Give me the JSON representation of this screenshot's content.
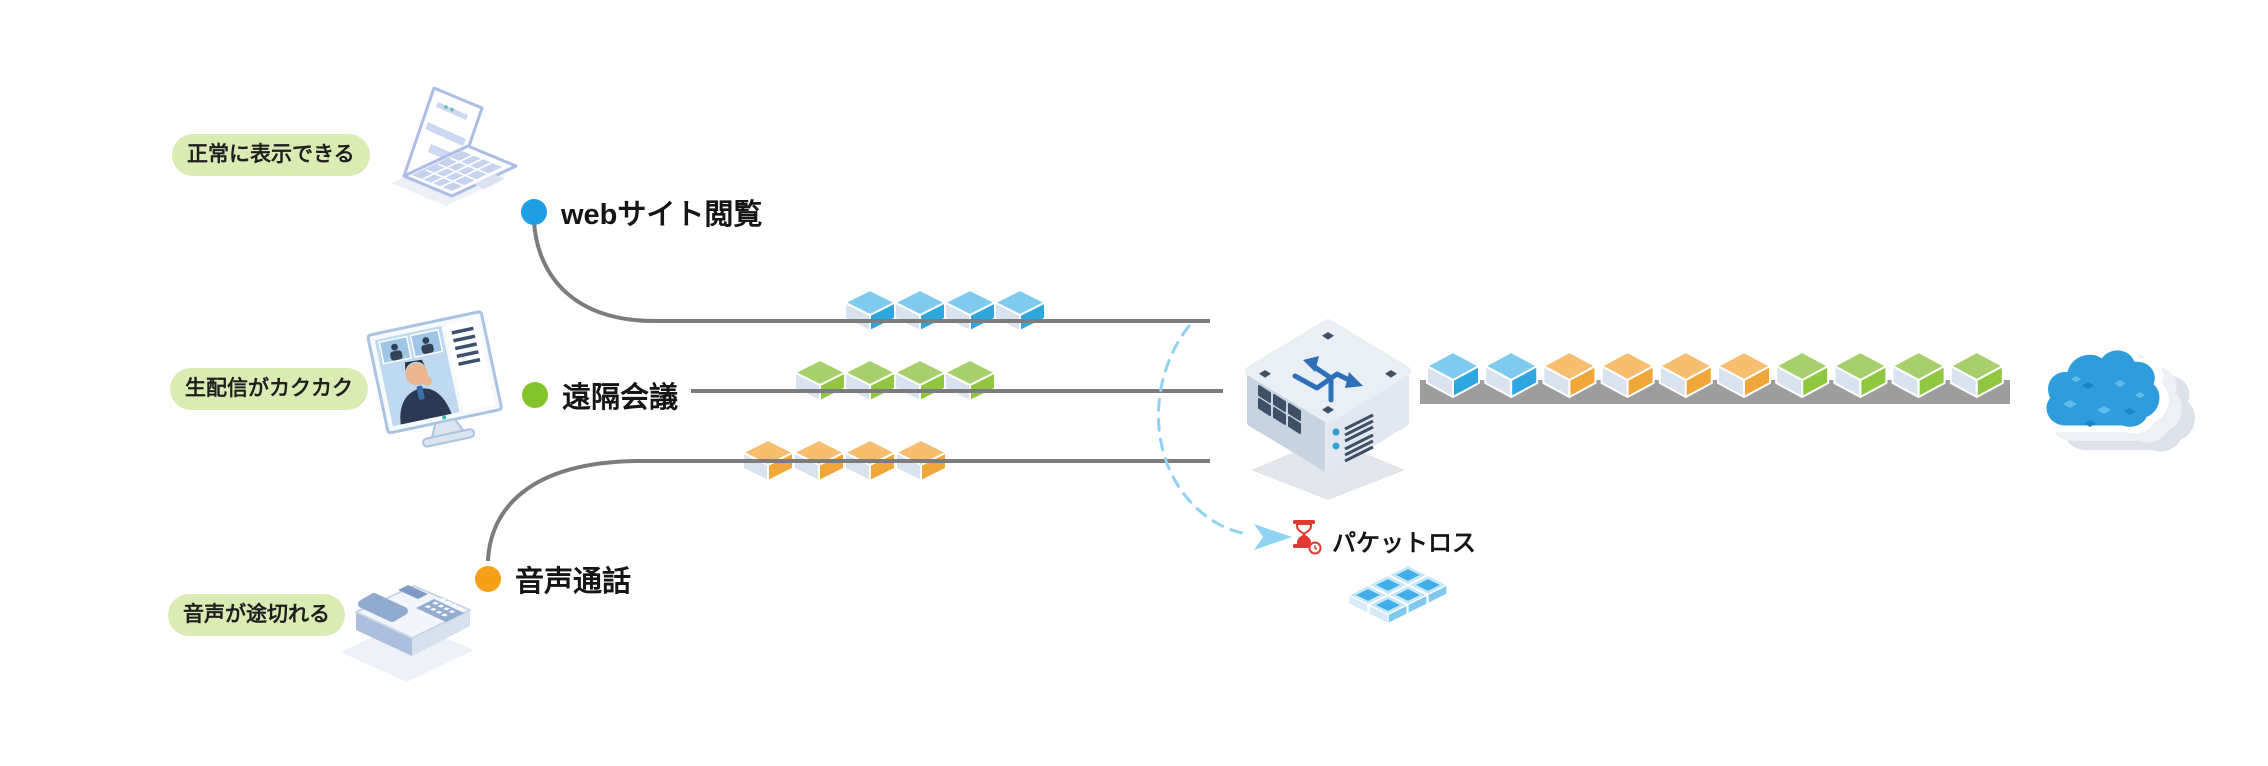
{
  "page": {
    "background": "#FFFFFF"
  },
  "streams": [
    {
      "id": "web",
      "label": "webサイト閲覧",
      "badge": "正常に表示できる",
      "device": "laptop-icon",
      "dot_color": "#1E9EE3",
      "packet_count": 4,
      "packet_colors": {
        "top": "#7ECBEF",
        "right": "#2EA7E0",
        "left": "#D9E3F0"
      }
    },
    {
      "id": "conference",
      "label": "遠隔会議",
      "badge": "生配信がカクカク",
      "device": "monitor-icon",
      "dot_color": "#84C32B",
      "packet_count": 4,
      "packet_colors": {
        "top": "#A6D06B",
        "right": "#8FC741",
        "left": "#D9E3F0"
      }
    },
    {
      "id": "voice",
      "label": "音声通話",
      "badge": "音声が途切れる",
      "device": "phone-icon",
      "dot_color": "#F4A118",
      "packet_count": 4,
      "packet_colors": {
        "top": "#F7BE6F",
        "right": "#F1A63A",
        "left": "#D9E3F0"
      }
    }
  ],
  "router": {
    "icon": "router-icon"
  },
  "cloud": {
    "icon": "cloud-icon"
  },
  "trunk": {
    "bar_color": "#9D9D9D",
    "packet_sequence": [
      "web",
      "web",
      "voice",
      "voice",
      "voice",
      "voice",
      "conference",
      "conference",
      "conference",
      "conference"
    ]
  },
  "packet_loss": {
    "label": "パケットロス",
    "icon": "hourglass-clock-icon",
    "icon_color": "#E23A32",
    "arrow_color": "#8FD2F2",
    "lost_packet_count": 6,
    "lost_packet_colors": {
      "rim": "#C7E7F9",
      "pit": "#41AFE7",
      "left": "#D6EAF8",
      "right": "#7FC9F0"
    }
  },
  "line_color": "#7C7C7C"
}
